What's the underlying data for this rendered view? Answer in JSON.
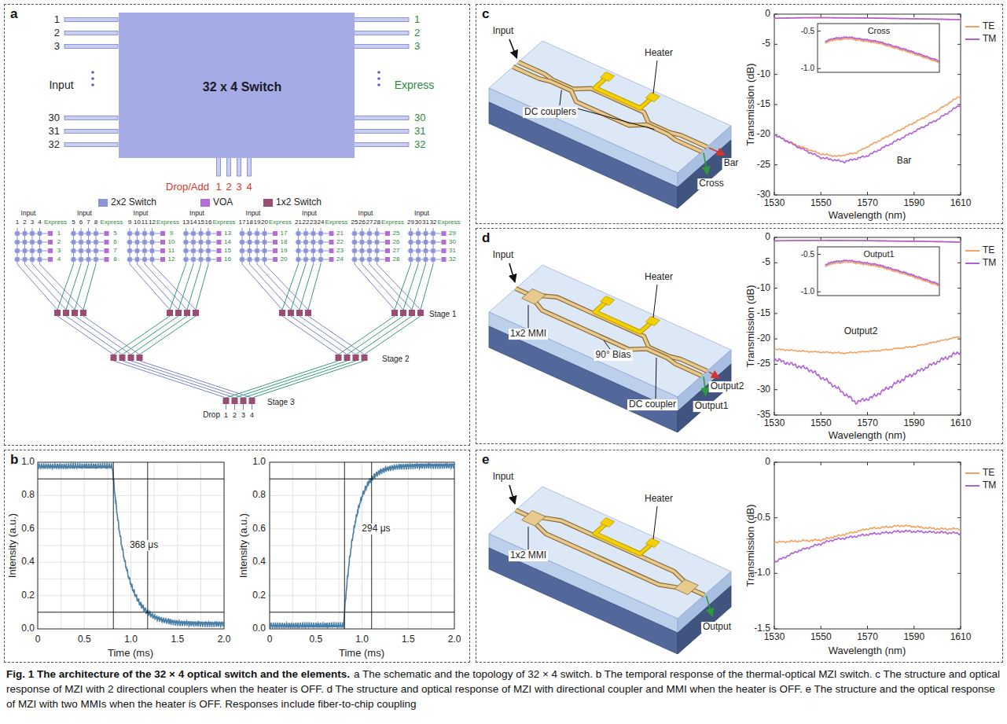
{
  "diagram": {
    "title": "Fig. 1 The architecture of the 32 × 4 optical switch and the elements.",
    "caption": "a The schematic and the topology of 32 × 4 switch. b The temporal response of the thermal-optical MZI switch. c The structure and optical response of MZI with 2 directional couplers when the heater is OFF. d The structure and optical response of MZI with directional coupler and MMI when the heater is OFF. e The structure and the optical response of MZI with two MMIs when the heater is OFF. Responses include fiber-to-chip coupling",
    "nodes": [
      {
        "text": [
          "a"
        ]
      },
      {
        "text": [
          "32 x 4 Switch"
        ],
        "in": 0
      },
      {
        "text": [
          "b"
        ]
      },
      {
        "text": [
          "c"
        ]
      },
      {
        "text": [
          "d"
        ]
      },
      {
        "text": [
          "e"
        ]
      }
    ],
    "labels": [
      "1",
      "2",
      "3",
      "30",
      "31",
      "32",
      "Input",
      "1",
      "2",
      "3",
      "30",
      "31",
      "32",
      "Express",
      "Drop/Add",
      "1",
      "2",
      "3",
      "4",
      "Input",
      "1",
      "2",
      "3",
      "4",
      "Express",
      "1",
      "2",
      "3",
      "4",
      "Input",
      "5",
      "6",
      "7",
      "8",
      "Express",
      "5",
      "6",
      "7",
      "8",
      "Input",
      "9",
      "10",
      "11",
      "12",
      "Express",
      "9",
      "10",
      "11",
      "12",
      "Input",
      "13",
      "14",
      "15",
      "16",
      "Express",
      "13",
      "14",
      "15",
      "16",
      "Input",
      "17",
      "18",
      "19",
      "20",
      "Express",
      "17",
      "18",
      "19",
      "20",
      "Input",
      "21",
      "22",
      "23",
      "24",
      "Express",
      "21",
      "22",
      "23",
      "24",
      "Input",
      "25",
      "26",
      "27",
      "28",
      "Express",
      "25",
      "26",
      "27",
      "28",
      "Input",
      "29",
      "30",
      "31",
      "32",
      "Express",
      "29",
      "30",
      "31",
      "32",
      "Stage 1",
      "Stage 2",
      "Stage 3",
      "Drop",
      "1",
      "2",
      "3",
      "4",
      "1.0",
      "0.8",
      "0.6",
      "0.4",
      "0.2",
      "0.0",
      "0",
      "0.5",
      "1.0",
      "1.5",
      "2.0",
      "Intensity (a.u.)",
      "Time (ms)",
      "368 μs",
      "1.0",
      "0.8",
      "0.6",
      "0.4",
      "0.2",
      "0.0",
      "0",
      "0.5",
      "1.0",
      "1.5",
      "2.0",
      "Intensity (a.u.)",
      "Time (ms)",
      "294 μs",
      "Input",
      "Heater",
      "DC couplers",
      "Bar",
      "Cross",
      "0",
      "-5",
      "-10",
      "-15",
      "-20",
      "-25",
      "-30",
      "1530",
      "1550",
      "1570",
      "1590",
      "1610",
      "Transmission (dB)",
      "Wavelength (nm)",
      "Cross",
      "-0.5",
      "-1.0",
      "Bar",
      "Input",
      "Heater",
      "1x2 MMI",
      "90° Bias",
      "DC coupler",
      "Output2",
      "Output1",
      "0",
      "-5",
      "-10",
      "-15",
      "-20",
      "-25",
      "-30",
      "-35",
      "1530",
      "1550",
      "1570",
      "1590",
      "1610",
      "Transmission (dB)",
      "Wavelength (nm)",
      "Output1",
      "-0.5",
      "-1.0",
      "Output2",
      "Input",
      "Heater",
      "1x2 MMI",
      "Output",
      "0",
      "-0.5",
      "-1.0",
      "-1.5",
      "1530",
      "1550",
      "1570",
      "1590",
      "1610",
      "Transmission (dB)",
      "Wavelength (nm)"
    ],
    "legend": [
      {
        "text": "2x2 Switch",
        "color": "#8c93da"
      },
      {
        "text": "VOA",
        "color": "#b56dd6"
      },
      {
        "text": "1x2 Switch",
        "color": "#9b4c72"
      },
      {
        "text": "TE"
      },
      {
        "text": "TM"
      },
      {
        "text": "TE"
      },
      {
        "text": "TM"
      },
      {
        "text": "TE"
      },
      {
        "text": "TM"
      }
    ]
  }
}
